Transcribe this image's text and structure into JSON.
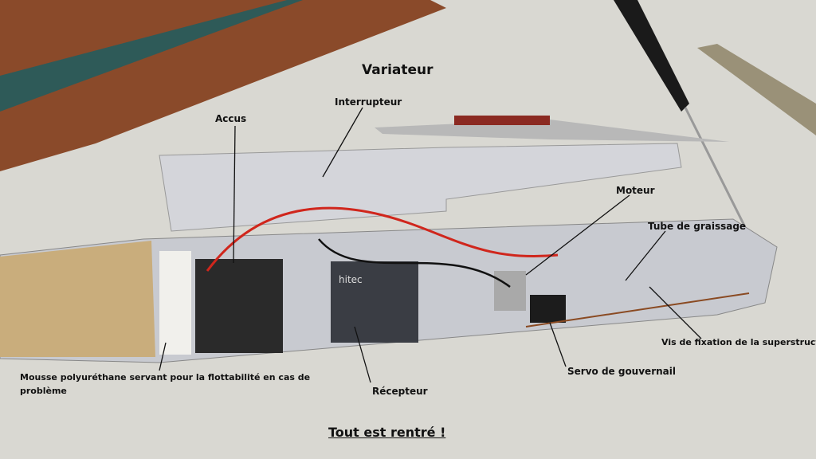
{
  "labels": {
    "variateur": "Variateur",
    "interrupteur": "Interrupteur",
    "accus": "Accus",
    "moteur": "Moteur",
    "tube": "Tube de graissage",
    "vis": "Vis de fixation de la superstructure",
    "servo": "Servo de gouvernail",
    "recepteur": "Récepteur",
    "mousse": "Mousse polyuréthane servant pour la flottabilité en cas de problème"
  },
  "caption": "Tout est rentré !",
  "receiver_brand": "hitec",
  "colors": {
    "background": "#d9d8d2",
    "wood": "#8a4a2a",
    "hull": "#c8cad0",
    "deck": "#c9ad7c",
    "battery": "#2a2a2a",
    "wire_red": "#d0261c"
  }
}
